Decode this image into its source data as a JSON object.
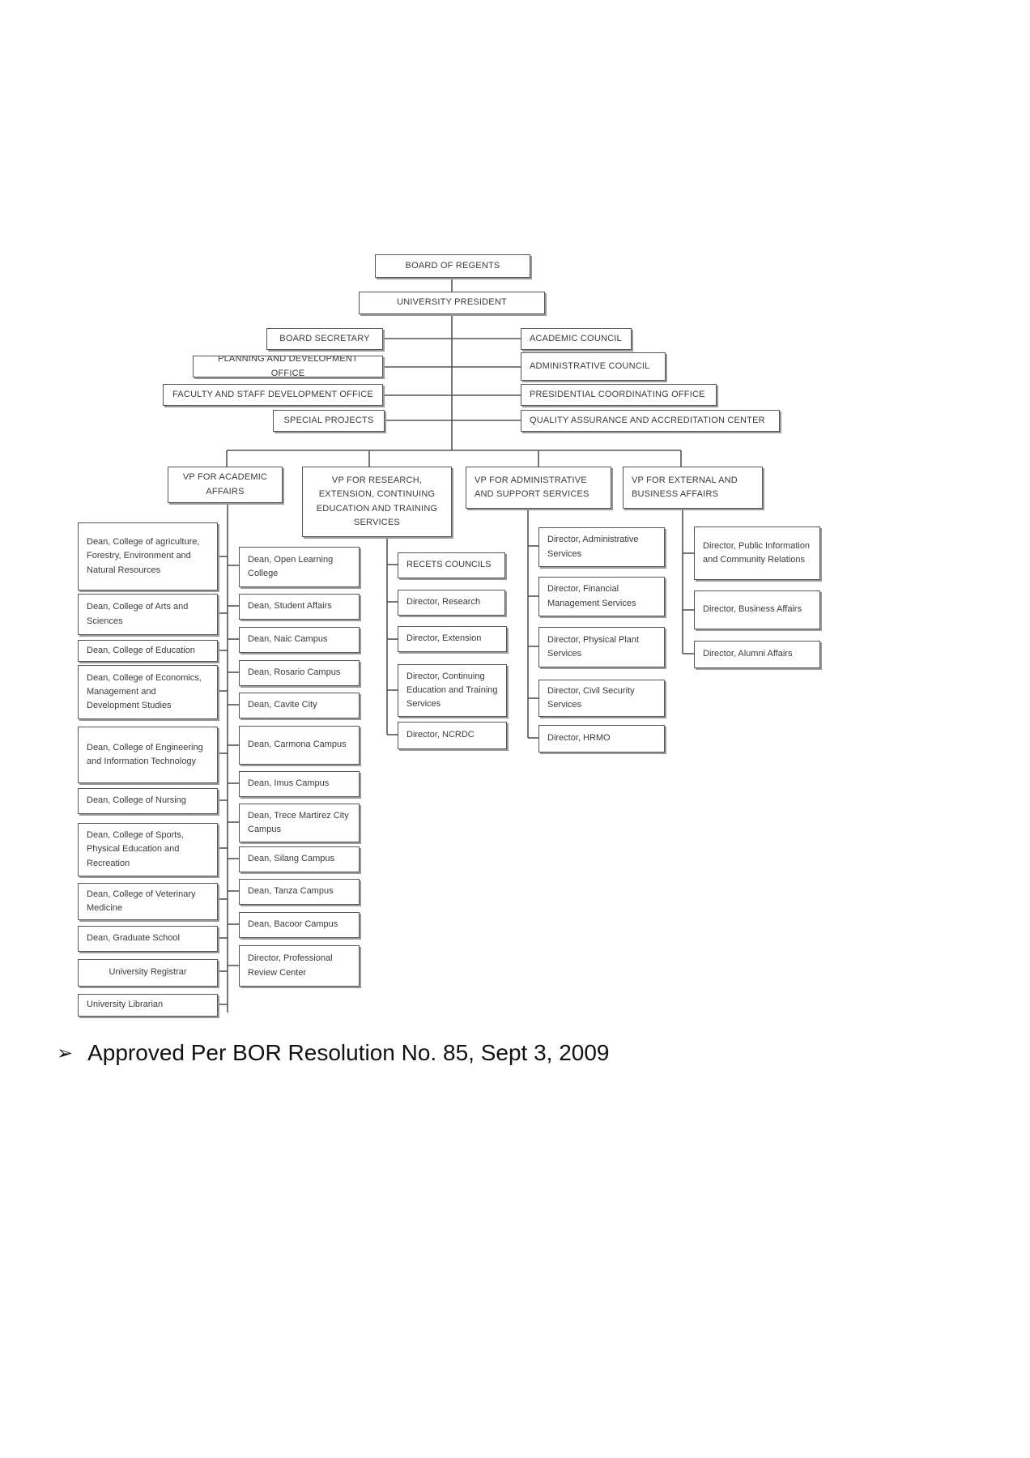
{
  "org_chart": {
    "top": {
      "board_of_regents": "BOARD OF REGENTS",
      "university_president": "UNIVERSITY PRESIDENT"
    },
    "staff_left": [
      "BOARD SECRETARY",
      "PLANNING AND DEVELOPMENT OFFICE",
      "FACULTY AND STAFF DEVELOPMENT OFFICE",
      "SPECIAL PROJECTS"
    ],
    "staff_right": [
      "ACADEMIC COUNCIL",
      "ADMINISTRATIVE COUNCIL",
      "PRESIDENTIAL COORDINATING OFFICE",
      "QUALITY ASSURANCE AND ACCREDITATION CENTER"
    ],
    "vps": [
      "VP FOR ACADEMIC AFFAIRS",
      "VP FOR RESEARCH, EXTENSION, CONTINUING EDUCATION AND TRAINING SERVICES",
      "VP FOR ADMINISTRATIVE AND SUPPORT SERVICES",
      "VP FOR EXTERNAL AND BUSINESS AFFAIRS"
    ],
    "academic_left": [
      "Dean, College of agriculture, Forestry, Environment and Natural Resources",
      "Dean, College of Arts and Sciences",
      "Dean, College of Education",
      "Dean, College of Economics, Management and Development Studies",
      "Dean, College of Engineering and Information Technology",
      "Dean, College of Nursing",
      "Dean, College of Sports, Physical Education and Recreation",
      "Dean, College of Veterinary Medicine",
      "Dean, Graduate School",
      "University Registrar",
      "University Librarian"
    ],
    "academic_right": [
      "Dean, Open Learning College",
      "Dean, Student Affairs",
      "Dean, Naic Campus",
      "Dean, Rosario Campus",
      "Dean, Cavite City",
      "Dean, Carmona Campus",
      "Dean, Imus Campus",
      "Dean, Trece Martirez City Campus",
      "Dean, Silang Campus",
      "Dean, Tanza Campus",
      "Dean, Bacoor Campus",
      "Director, Professional Review Center"
    ],
    "research": [
      "RECETS COUNCILS",
      "Director, Research",
      "Director, Extension",
      "Director, Continuing Education and Training Services",
      "Director, NCRDC"
    ],
    "admin": [
      "Director, Administrative Services",
      "Director, Financial Management Services",
      "Director, Physical Plant Services",
      "Director, Civil Security Services",
      "Director, HRMO"
    ],
    "external": [
      "Director, Public Information and Community Relations",
      "Director, Business Affairs",
      "Director, Alumni Affairs"
    ]
  },
  "footer": {
    "bullet_icon": "arrow-bullet-icon",
    "note": "Approved Per BOR Resolution No. 85, Sept 3, 2009"
  }
}
